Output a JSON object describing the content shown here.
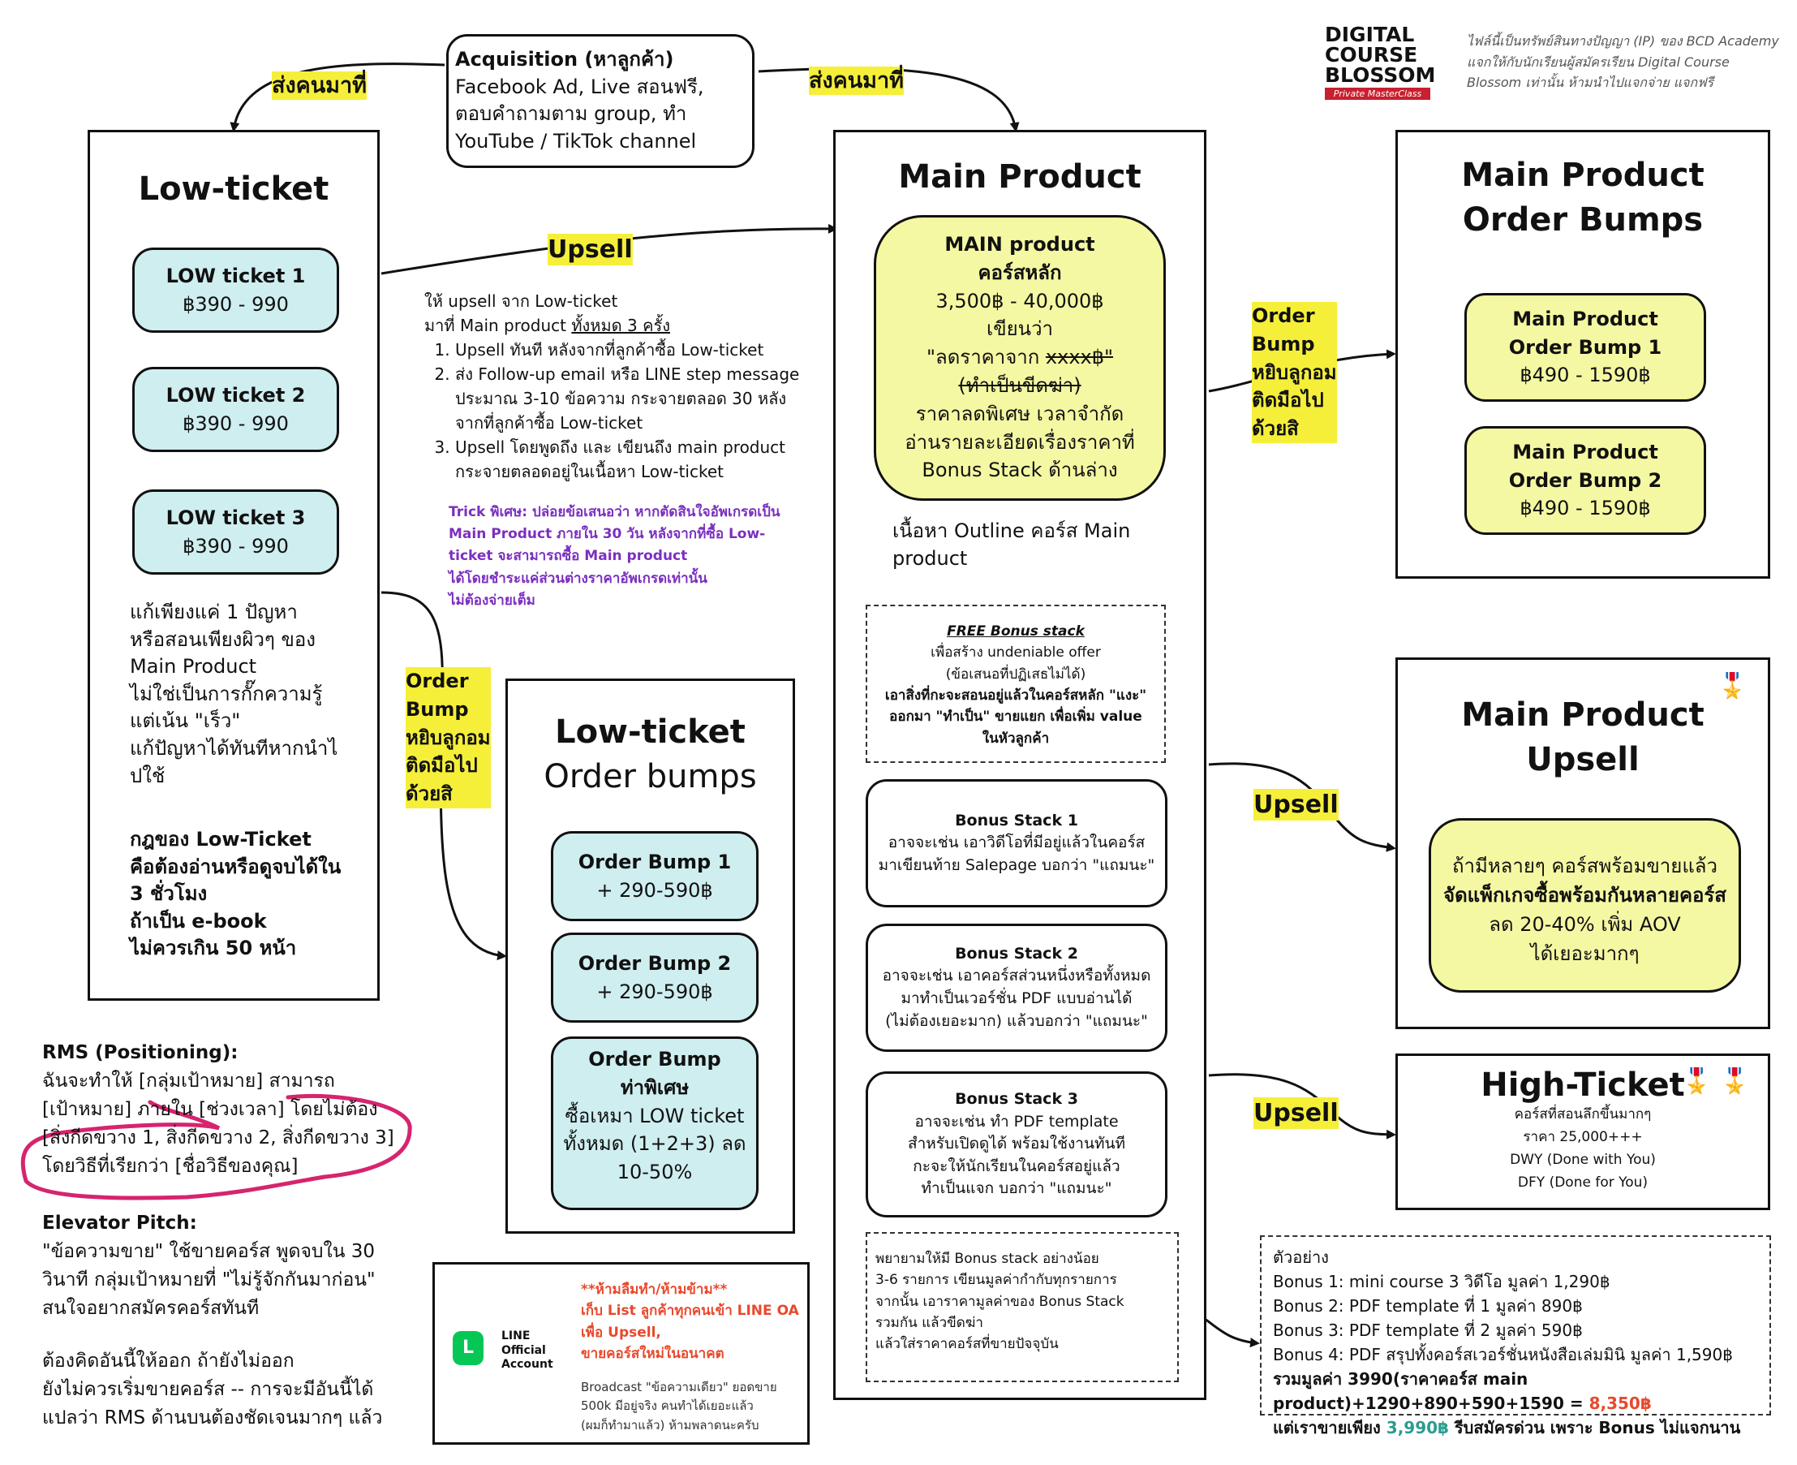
{
  "brand": {
    "logo_lines": [
      "DIGITAL",
      "COURSE",
      "BLOSSOM"
    ],
    "logo_sub": "Private MasterClass",
    "notice": "ไฟล์นี้เป็นทรัพย์สินทางปัญญา (IP) ของ BCD Academy แจกให้กับนักเรียนผู้สมัครเรียน Digital Course Blossom เท่านั้น ห้ามนำไปแจกจ่าย แจกฟรี"
  },
  "acquisition": {
    "title": "Acquisition (หาลูกค้า)",
    "lines": [
      "Facebook Ad, Live สอนฟรี,",
      "ตอบคำถามตาม group, ทำ",
      "YouTube / TikTok channel"
    ]
  },
  "labels": {
    "send_left": "ส่งคนมาที่",
    "send_right": "ส่งคนมาที่",
    "upsell_main": "Upsell",
    "order_bump_left": [
      "Order",
      "Bump",
      "หยิบลูกอม",
      "ติดมือไป",
      "ด้วยสิ"
    ],
    "order_bump_right": [
      "Order",
      "Bump",
      "หยิบลูกอม",
      "ติดมือไป",
      "ด้วยสิ"
    ],
    "upsell_right_1": "Upsell",
    "upsell_right_2": "Upsell"
  },
  "low_ticket": {
    "title": "Low-ticket",
    "items": [
      {
        "name": "LOW ticket 1",
        "price": "฿390 - 990"
      },
      {
        "name": "LOW ticket 2",
        "price": "฿390 - 990"
      },
      {
        "name": "LOW ticket 3",
        "price": "฿390 - 990"
      }
    ],
    "desc": [
      "แก้เพียงแค่ 1 ปัญหา",
      "หรือสอนเพียงผิวๆ ของ",
      "Main Product",
      "ไม่ใช่เป็นการกั๊กความรู้",
      "แต่เน้น \"เร็ว\"",
      "แก้ปัญหาได้ทันทีหากนำไ",
      "ปใช้"
    ],
    "rule": [
      "กฎของ Low-Ticket",
      "คือต้องอ่านหรือดูจบได้ใน",
      "3 ชั่วโมง",
      "ถ้าเป็น e-book",
      "ไม่ควรเกิน 50 หน้า"
    ]
  },
  "upsell_note": {
    "intro1": "ให้ upsell จาก Low-ticket",
    "intro2_a": "มาที่ Main product ",
    "intro2_b": "ทั้งหมด 3 ครั้ง",
    "steps": [
      "Upsell ทันที หลังจากที่ลูกค้าซื้อ Low-ticket",
      "ส่ง Follow-up email หรือ LINE step message ประมาณ 3-10 ข้อความ กระจายตลอด 30 หลังจากที่ลูกค้าซื้อ Low-ticket",
      "Upsell โดยพูดถึง และ เขียนถึง main product กระจายตลอดอยู่ในเนื้อหา Low-ticket"
    ],
    "trick": [
      "Trick พิเศษ: ปล่อยข้อเสนอว่า หากตัดสินใจอัพเกรดเป็น",
      "Main Product ภายใน 30 วัน หลังจากที่ซื้อ Low-",
      "ticket จะสามารถซื้อ Main product",
      "ได้โดยชำระแค่ส่วนต่างราคาอัพเกรดเท่านั้น",
      "ไม่ต้องจ่ายเต็ม"
    ]
  },
  "low_bumps": {
    "title1": "Low-ticket",
    "title2": "Order bumps",
    "items": [
      {
        "name": "Order Bump 1",
        "price": "+ 290-590฿"
      },
      {
        "name": "Order Bump 2",
        "price": "+ 290-590฿"
      }
    ],
    "special": {
      "name1": "Order Bump",
      "name2": "ท่าพิเศษ",
      "l1": "ซื้อเหมา LOW ticket",
      "l2": "ทั้งหมด (1+2+3) ลด",
      "l3": "10-50%"
    }
  },
  "main": {
    "title": "Main Product",
    "card": {
      "l1": "MAIN product",
      "l2": "คอร์สหลัก",
      "l3": "3,500฿ - 40,000฿",
      "l4": "เขียนว่า",
      "l5a": "\"ลดราคาจาก ",
      "l5b": "xxxx฿\"",
      "l6": "(ทำเป็นขีดฆ่า)",
      "l7": "ราคาลดพิเศษ เวลาจำกัด",
      "l8": "อ่านรายละเอียดเรื่องราคาที่",
      "l9": "Bonus Stack ด้านล่าง"
    },
    "outline": [
      "เนื้อหา Outline คอร์ส Main",
      "product"
    ],
    "free": {
      "title": "FREE Bonus stack",
      "l1": "เพื่อสร้าง undeniable offer",
      "l2": "(ข้อเสนอที่ปฏิเสธไม่ได้)",
      "l3": "เอาสิ่งที่กะจะสอนอยู่แล้วในคอร์สหลัก \"แงะ\"",
      "l4": "ออกมา \"ทำเป็น\" ขายแยก เพื่อเพิ่ม value",
      "l5": "ในหัวลูกค้า"
    },
    "bonuses": [
      {
        "title": "Bonus Stack 1",
        "lines": [
          "อาจจะเช่น เอาวิดีโอที่มีอยู่แล้วในคอร์ส",
          "มาเขียนท้าย Salepage บอกว่า \"แถมนะ\""
        ]
      },
      {
        "title": "Bonus Stack 2",
        "lines": [
          "อาจจะเช่น เอาคอร์สส่วนหนึ่งหรือทั้งหมด",
          "มาทำเป็นเวอร์ชั่น PDF แบบอ่านได้",
          "(ไม่ต้องเยอะมาก) แล้วบอกว่า \"แถมนะ\""
        ]
      },
      {
        "title": "Bonus Stack 3",
        "lines": [
          "อาจจะเช่น ทำ PDF template",
          "สำหรับเปิดดูได้ พร้อมใช้งานทันที",
          "กะจะให้นักเรียนในคอร์สอยู่แล้ว",
          "ทำเป็นแจก บอกว่า \"แถมนะ\""
        ]
      }
    ],
    "try_note": [
      "พยายามให้มี Bonus stack อย่างน้อย",
      "3-6 รายการ เขียนมูลค่ากำกับทุกรายการ",
      "จากนั้น เอาราคามูลค่าของ Bonus Stack",
      "รวมกัน แล้วขีดฆ่า",
      "แล้วใส่ราคาคอร์สที่ขายปัจจุบัน"
    ]
  },
  "main_bumps": {
    "title1": "Main Product",
    "title2": "Order Bumps",
    "items": [
      {
        "l1": "Main Product",
        "l2": "Order Bump 1",
        "price": "฿490 - 1590฿"
      },
      {
        "l1": "Main Product",
        "l2": "Order Bump 2",
        "price": "฿490 - 1590฿"
      }
    ]
  },
  "main_upsell": {
    "title1": "Main Product",
    "title2": "Upsell",
    "medal": "🎖️",
    "l1": "ถ้ามีหลายๆ คอร์สพร้อมขายแล้ว",
    "l2": "จัดแพ็กเกจซื้อพร้อมกันหลายคอร์ส",
    "l3": "ลด 20-40% เพิ่ม AOV",
    "l4": "ได้เยอะมากๆ"
  },
  "high_ticket": {
    "title": "High-Ticket",
    "medals": "🎖️ 🎖️",
    "lines": [
      "คอร์สที่สอนลึกขึ้นมากๆ",
      "ราคา 25,000+++",
      "DWY (Done with You)",
      "DFY (Done for You)"
    ]
  },
  "example": {
    "title": "ตัวอย่าง",
    "lines": [
      "Bonus 1: mini course 3 วิดีโอ มูลค่า 1,290฿",
      "Bonus 2: PDF template ที่ 1 มูลค่า 890฿",
      "Bonus 3: PDF template ที่ 2 มูลค่า 590฿",
      "Bonus 4: PDF สรุปทั้งคอร์สเวอร์ชั่นหนังสือเล่มมินิ มูลค่า 1,590฿"
    ],
    "sum1": "รวมมูลค่า 3990(ราคาคอร์ส main",
    "sum2a": "product)+1290+890+590+1590 = ",
    "sum2b": "8,350฿",
    "final_a": "แต่เราขายเพียง ",
    "final_b": "3,990฿",
    "final_c": " รีบสมัครด่วน เพราะ Bonus ไม่แจกนาน"
  },
  "rms": {
    "title": "RMS (Positioning):",
    "lines": [
      "ฉันจะทำให้ [กลุ่มเป้าหมาย] สามารถ",
      "[เป้าหมาย] ภายใน [ช่วงเวลา] โดยไม่ต้อง",
      "[สิ่งกีดขวาง 1, สิ่งกีดขวาง 2, สิ่งกีดขวาง 3]",
      "โดยวิธีที่เรียกว่า [ชื่อวิธีของคุณ]"
    ]
  },
  "elevator": {
    "title": "Elevator Pitch:",
    "lines": [
      "\"ข้อความขาย\" ใช้ขายคอร์ส พูดจบใน 30",
      "วินาที กลุ่มเป้าหมายที่ \"ไม่รู้จักกันมาก่อน\"",
      "สนใจอยากสมัครคอร์สทันที"
    ],
    "lines2": [
      "ต้องคิดอันนี้ให้ออก ถ้ายังไม่ออก",
      "ยังไม่ควรเริ่มขายคอร์ส -- การจะมีอันนี้ได้",
      "แปลว่า RMS ด้านบนต้องชัดเจนมากๆ แล้ว"
    ]
  },
  "line_oa": {
    "logo_text": [
      "LINE",
      "Official",
      "Account"
    ],
    "warn": [
      "**ห้ามลืมทำ/ห้ามข้าม**",
      "เก็บ List ลูกค้าทุกคนเข้า LINE OA",
      "เพื่อ Upsell,",
      "ขายคอร์สใหม่ในอนาคต"
    ],
    "note": [
      "Broadcast \"ข้อความเดียว\" ยอดขาย",
      "500k มีอยู่จริง คนทำได้เยอะแล้ว",
      "(ผมก็ทำมาแล้ว) ห้ามพลาดนะครับ"
    ]
  },
  "colors": {
    "cyan": "#cfeef0",
    "yellow_card": "#f4f8a2",
    "highlight": "#f5ef3a",
    "purple": "#7b2fbf",
    "red": "#e8492c",
    "teal": "#2a9d8f",
    "magenta": "#d6246e",
    "line_green": "#06c755"
  }
}
